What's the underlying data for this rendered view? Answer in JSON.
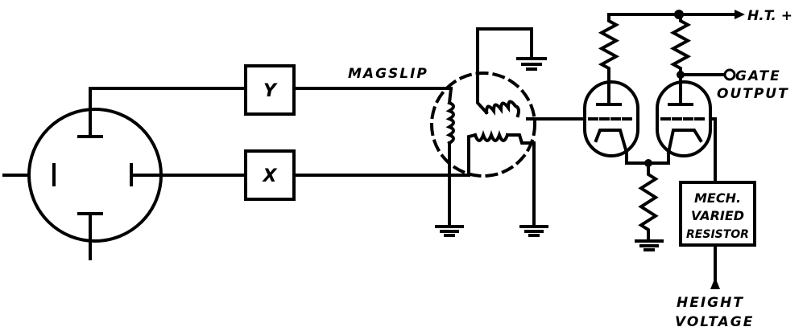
{
  "labels": {
    "y_box": "Y",
    "x_box": "X",
    "magslip": "MAGSLIP",
    "ht_plus": "H.T. +",
    "gate_line1": "GATE",
    "gate_line2": "OUTPUT",
    "resistor_line1": "MECH.",
    "resistor_line2": "VARIED",
    "resistor_line3": "RESISTOR",
    "height_line1": "HEIGHT",
    "height_line2": "VOLTAGE"
  }
}
